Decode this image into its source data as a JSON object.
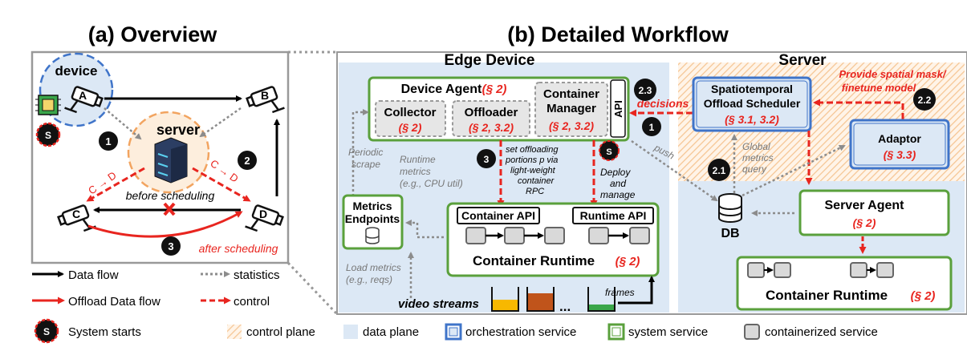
{
  "titles": {
    "overview": "(a) Overview",
    "workflow": "(b) Detailed Workflow",
    "edge_device": "Edge Device",
    "server": "Server"
  },
  "overview": {
    "device": "device",
    "server": "server",
    "cam_a": "A",
    "cam_b": "B",
    "cam_c": "C",
    "cam_d": "D",
    "edge_cd_left": "C → D",
    "edge_cd_right": "C → D",
    "before": "before scheduling",
    "after": "after scheduling",
    "step1": "1",
    "step2": "2",
    "step3": "3",
    "start": "S"
  },
  "workflow": {
    "device_agent": "Device Agent",
    "device_agent_ref": "(§ 2)",
    "collector": "Collector",
    "collector_ref": "(§ 2)",
    "offloader": "Offloader",
    "offloader_ref": "(§ 2, 3.2)",
    "container_manager_1": "Container",
    "container_manager_2": "Manager",
    "container_manager_ref": "(§ 2, 3.2)",
    "api": "API",
    "decisions": "decisions",
    "step_2_3": "2.3",
    "step_2_2": "2.2",
    "step_2_1": "2.1",
    "step_1": "1",
    "step_3": "3",
    "start": "S",
    "scheduler_1": "Spatiotemporal",
    "scheduler_2": "Offload Scheduler",
    "scheduler_ref": "(§ 3.1, 3.2)",
    "mask_1": "Provide spatial mask/",
    "mask_2": "finetune model",
    "adaptor": "Adaptor",
    "adaptor_ref": "(§ 3.3)",
    "push": "push",
    "global_1": "Global",
    "global_2": "metrics",
    "global_3": "query",
    "periodic_1": "Periodic",
    "periodic_2": "scrape",
    "runtime_metrics_1": "Runtime",
    "runtime_metrics_2": "metrics",
    "runtime_metrics_3": "(e.g., CPU util)",
    "offload_note_1": "set offloading",
    "offload_note_2": "portions p via",
    "offload_note_3": "light-weight",
    "offload_note_4": "container",
    "offload_note_5": "RPC",
    "deploy_1": "Deploy",
    "deploy_2": "and",
    "deploy_3": "manage",
    "metrics_endpoints_1": "Metrics",
    "metrics_endpoints_2": "Endpoints",
    "container_api": "Container API",
    "runtime_api": "Runtime API",
    "container_runtime": "Container Runtime",
    "container_runtime_ref": "(§ 2)",
    "load_1": "Load metrics",
    "load_2": "(e.g., reqs)",
    "video_streams": "video streams",
    "ellipsis": "...",
    "frames": "frames",
    "db": "DB",
    "server_agent": "Server Agent",
    "server_agent_ref": "(§ 2)",
    "server_runtime": "Container Runtime",
    "server_runtime_ref": "(§ 2)"
  },
  "legend": {
    "data_flow": "Data flow",
    "statistics": "statistics",
    "offload_flow": "Offload Data flow",
    "control": "control",
    "system_starts": "System starts",
    "control_plane": "control plane",
    "data_plane": "data plane",
    "orchestration": "orchestration service",
    "system_service": "system service",
    "containerized": "containerized service"
  },
  "colors": {
    "red": "#e8251f",
    "green": "#5aa03c",
    "blue": "#3f74c9",
    "plane_blue": "#dce8f5",
    "plane_orange": "#f7d3ae",
    "grey": "#8c8c8c"
  }
}
